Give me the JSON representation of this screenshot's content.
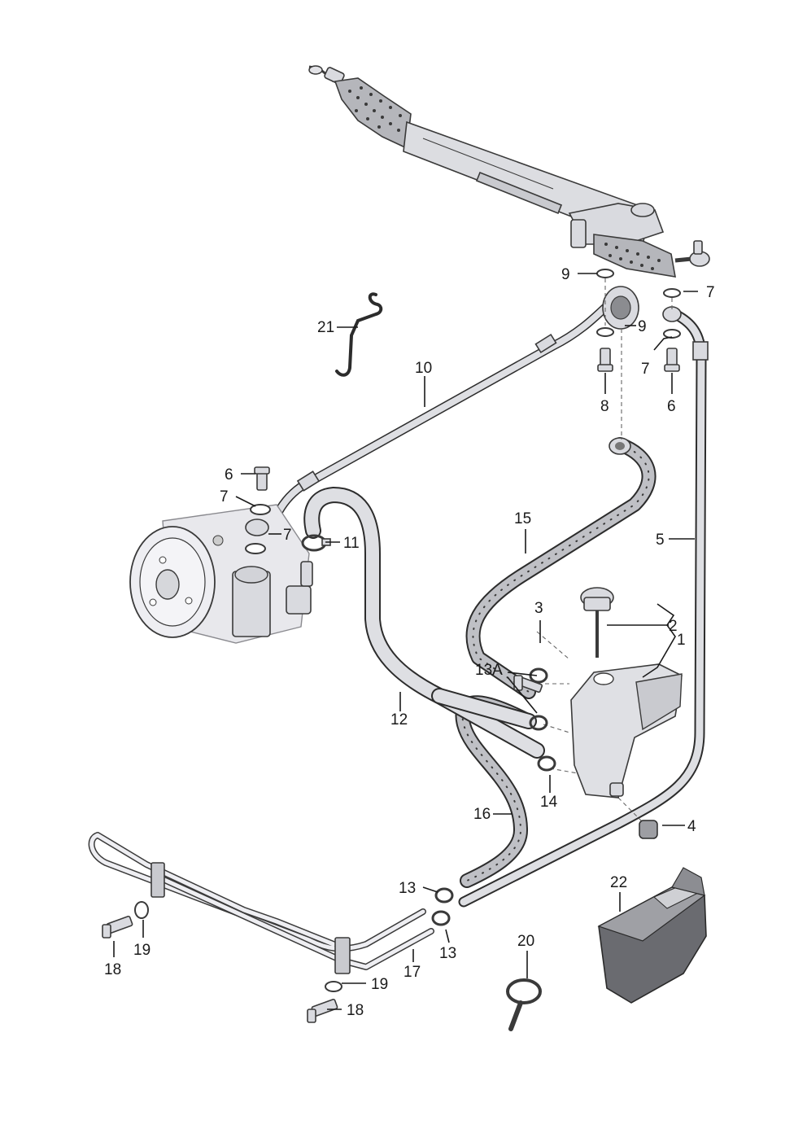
{
  "callouts": [
    {
      "id": "1",
      "text": "1"
    },
    {
      "id": "2",
      "text": "2"
    },
    {
      "id": "3",
      "text": "3"
    },
    {
      "id": "4",
      "text": "4"
    },
    {
      "id": "5",
      "text": "5"
    },
    {
      "id": "6a",
      "text": "6"
    },
    {
      "id": "6b",
      "text": "6"
    },
    {
      "id": "7a",
      "text": "7"
    },
    {
      "id": "7b",
      "text": "7"
    },
    {
      "id": "7c",
      "text": "7"
    },
    {
      "id": "7d",
      "text": "7"
    },
    {
      "id": "8",
      "text": "8"
    },
    {
      "id": "9a",
      "text": "9"
    },
    {
      "id": "9b",
      "text": "9"
    },
    {
      "id": "10",
      "text": "10"
    },
    {
      "id": "11",
      "text": "11"
    },
    {
      "id": "12",
      "text": "12"
    },
    {
      "id": "13a",
      "text": "13"
    },
    {
      "id": "13b",
      "text": "13"
    },
    {
      "id": "13A",
      "text": "13A"
    },
    {
      "id": "14",
      "text": "14"
    },
    {
      "id": "15",
      "text": "15"
    },
    {
      "id": "16",
      "text": "16"
    },
    {
      "id": "17",
      "text": "17"
    },
    {
      "id": "18a",
      "text": "18"
    },
    {
      "id": "18b",
      "text": "18"
    },
    {
      "id": "19a",
      "text": "19"
    },
    {
      "id": "19b",
      "text": "19"
    },
    {
      "id": "20",
      "text": "20"
    },
    {
      "id": "21",
      "text": "21"
    },
    {
      "id": "22",
      "text": "22"
    }
  ]
}
